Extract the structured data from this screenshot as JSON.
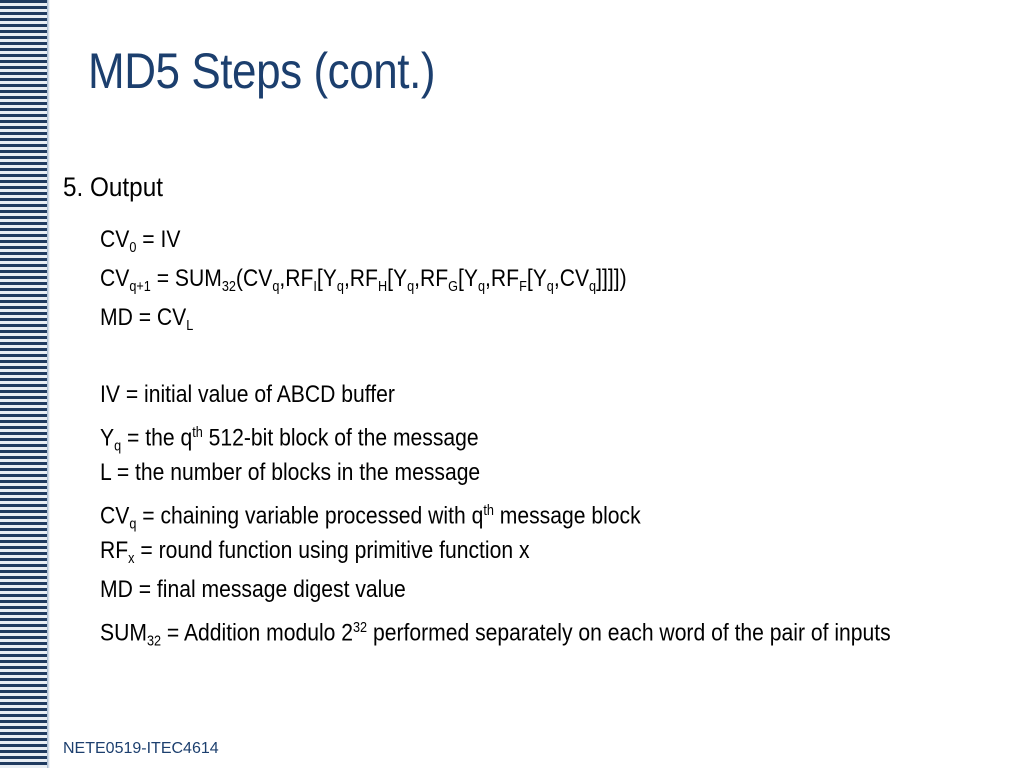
{
  "slide": {
    "title": "MD5 Steps (cont.)",
    "heading": "5. Output",
    "lines": {
      "l1_a": "CV",
      "l1_sub": "0",
      "l1_b": " = IV",
      "l2_a": "CV",
      "l2_sub1": "q+1",
      "l2_b": " = SUM",
      "l2_sub2": "32",
      "l2_c": "(CV",
      "l2_sub3": "q",
      "l2_d": ",RF",
      "l2_sub4": "I",
      "l2_e": "[Y",
      "l2_sub5": "q",
      "l2_f": ",RF",
      "l2_sub6": "H",
      "l2_g": "[Y",
      "l2_sub7": "q",
      "l2_h": ",RF",
      "l2_sub8": "G",
      "l2_i": "[Y",
      "l2_sub9": "q",
      "l2_j": ",RF",
      "l2_sub10": "F",
      "l2_k": "[Y",
      "l2_sub11": "q",
      "l2_l": ",CV",
      "l2_sub12": "q",
      "l2_m": "]]]])",
      "l3_a": "MD = CV",
      "l3_sub": "L",
      "l4": "IV = initial value of ABCD buffer",
      "l5_a": "Y",
      "l5_sub": "q",
      "l5_b": " = the q",
      "l5_sup": "th",
      "l5_c": " 512-bit block of the message",
      "l6": "L = the number of blocks in the message",
      "l7_a": "CV",
      "l7_sub": "q",
      "l7_b": " = chaining variable processed with q",
      "l7_sup": "th",
      "l7_c": " message block",
      "l8_a": "RF",
      "l8_sub": "x",
      "l8_b": " = round function using primitive function x",
      "l9": "MD = final message digest value",
      "l10_a": "SUM",
      "l10_sub": "32",
      "l10_b": " = Addition modulo 2",
      "l10_sup": "32",
      "l10_c": " performed separately on each word of the pair of inputs"
    },
    "footer": "NETE0519-ITEC4614"
  }
}
